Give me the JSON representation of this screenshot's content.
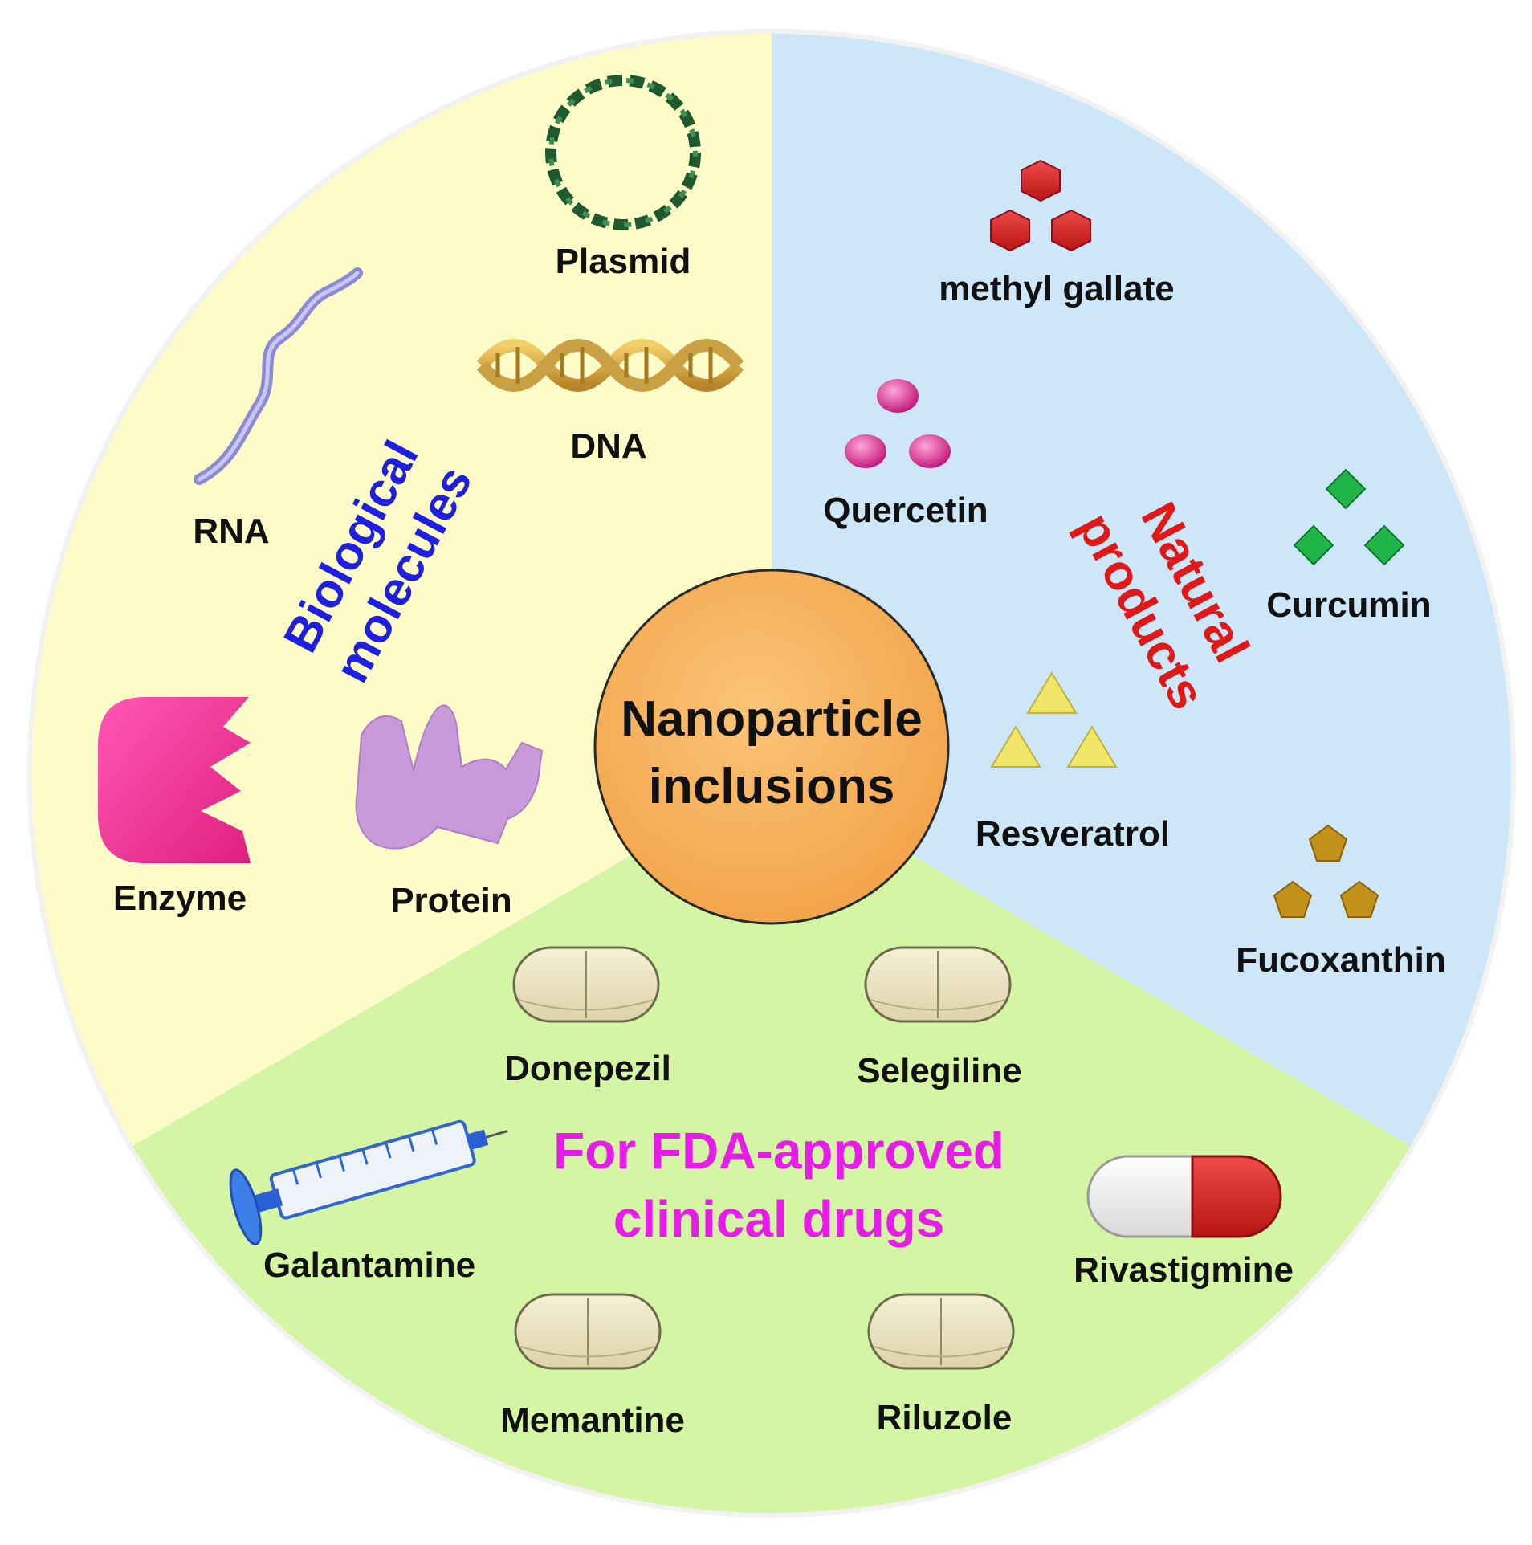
{
  "center": {
    "line1": "Nanoparticle",
    "line2": "inclusions",
    "fill": "#F8B25B"
  },
  "sectors": {
    "biological": {
      "title_line1": "Biological",
      "title_line2": "molecules",
      "title_color": "#1f1fe0",
      "background": "#FDFBC8",
      "items": {
        "plasmid": "Plasmid",
        "rna": "RNA",
        "dna": "DNA",
        "enzyme": "Enzyme",
        "protein": "Protein"
      }
    },
    "natural": {
      "title_line1": "Natural",
      "title_line2": "products",
      "title_color": "#e01818",
      "background": "#CDE6F8",
      "items": {
        "methyl_gallate": "methyl gallate",
        "quercetin": "Quercetin",
        "curcumin": "Curcumin",
        "resveratrol": "Resveratrol",
        "fucoxanthin": "Fucoxanthin"
      }
    },
    "fda": {
      "title_line1": "For FDA-approved",
      "title_line2": "clinical drugs",
      "title_color": "#e81ce8",
      "background": "#D3F5A4",
      "items": {
        "donepezil": "Donepezil",
        "selegiline": "Selegiline",
        "galantamine": "Galantamine",
        "rivastigmine": "Rivastigmine",
        "memantine": "Memantine",
        "riluzole": "Riluzole"
      }
    }
  }
}
